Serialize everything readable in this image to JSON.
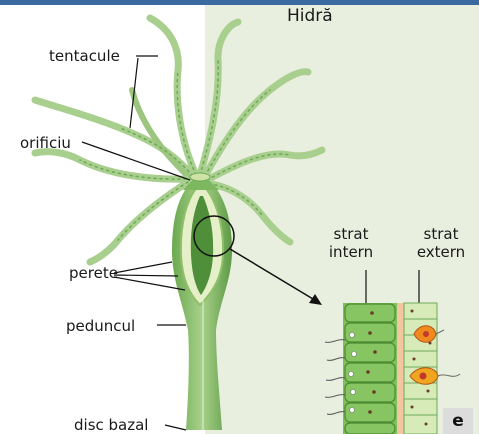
{
  "title": "Hidră",
  "labels": {
    "tentacule": "tentacule",
    "orificiu": "orificiu",
    "perete": "perete",
    "peduncul": "peduncul",
    "disc_bazal": "disc bazal",
    "strat_intern": [
      "strat",
      "intern"
    ],
    "strat_extern": [
      "strat",
      "extern"
    ]
  },
  "panel_letter": "e",
  "colors": {
    "background_right": "#e9efdf",
    "body_light": "#b9d79a",
    "body_dark": "#5a9a45",
    "inner_cells": "#7fbf5a",
    "outer_cells": "#d6ebb8",
    "divider": "#f3c5a0",
    "stinging_cell": "#f08a1f"
  }
}
